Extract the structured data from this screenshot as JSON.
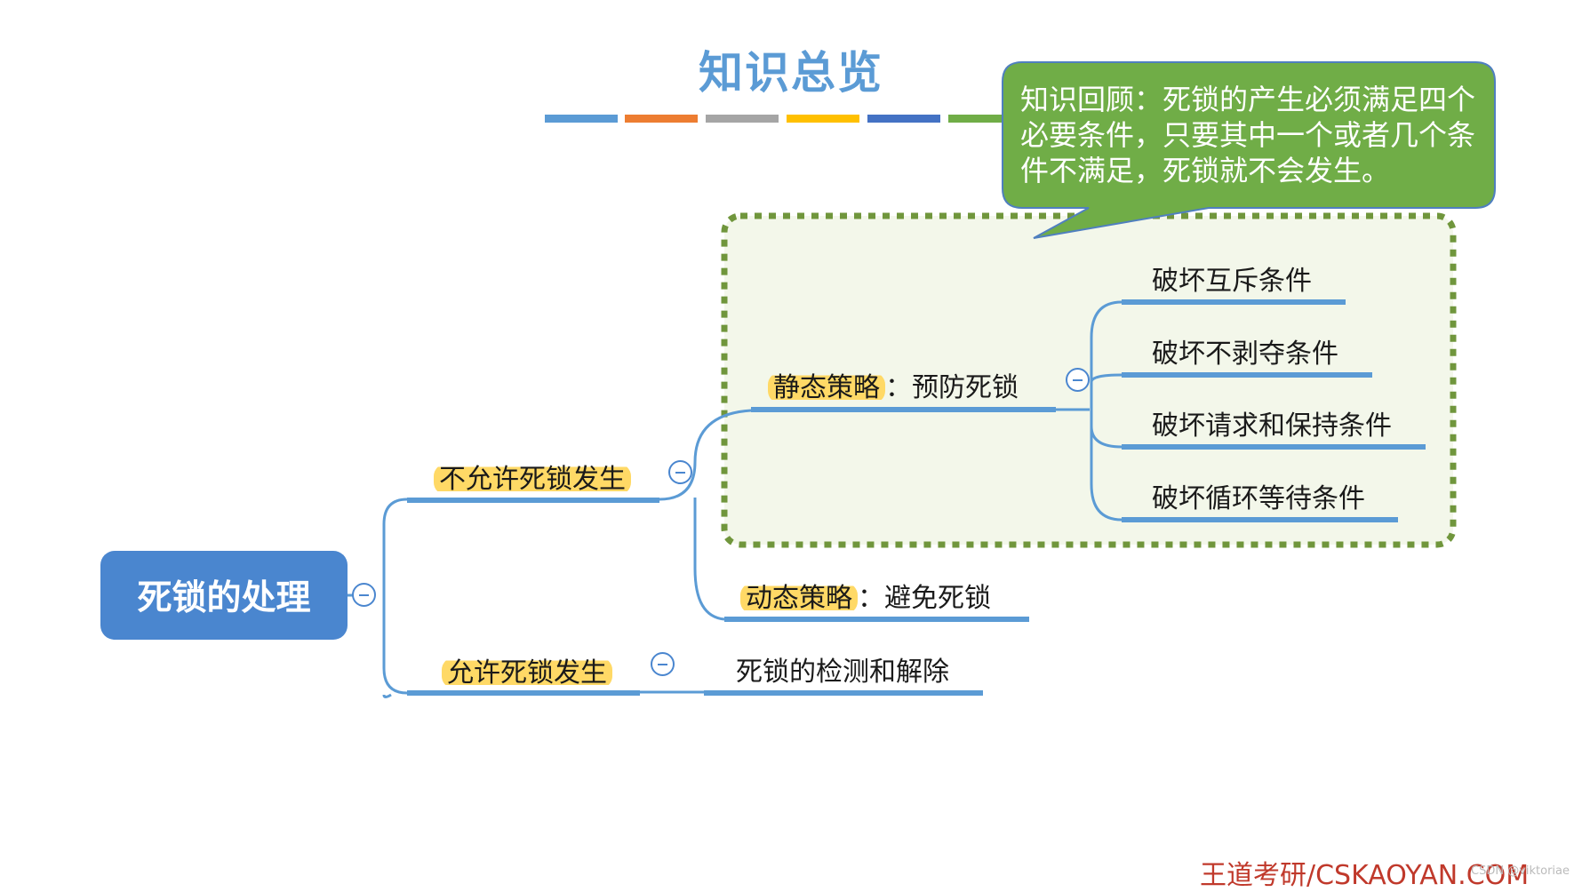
{
  "title": "知识总览",
  "title_bars": [
    "#5b9bd5",
    "#ed7d31",
    "#a5a5a5",
    "#ffc000",
    "#4472c4",
    "#70ad47"
  ],
  "callout": "知识回顾：死锁的产生必须满足四个必要条件，只要其中一个或者几个条件不满足，死锁就不会发生。",
  "root": "死锁的处理",
  "branches": {
    "disallow": {
      "label": "不允许死锁发生",
      "static": {
        "tag": "静态策略",
        "sep": "：",
        "text": "预防死锁"
      },
      "static_children": [
        "破坏互斥条件",
        "破坏不剥夺条件",
        "破坏请求和保持条件",
        "破坏循环等待条件"
      ],
      "dynamic": {
        "tag": "动态策略",
        "sep": "：",
        "text": "避免死锁"
      }
    },
    "allow": {
      "label": "允许死锁发生",
      "child": "死锁的检测和解除"
    }
  },
  "footer": "王道考研/CSKAOYAN.COM",
  "watermark": "CSDN @viktoriae"
}
